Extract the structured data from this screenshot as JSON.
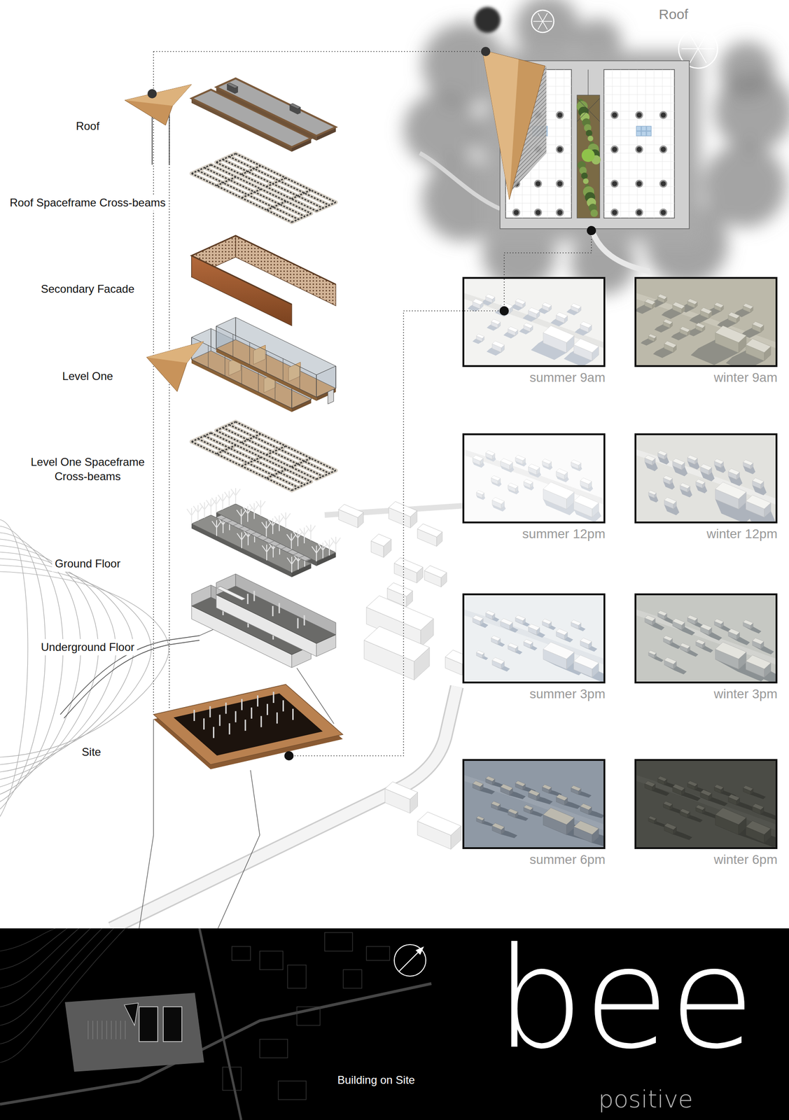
{
  "diagram": {
    "title": "bee",
    "nodes": [
      {
        "text": [
          "summer 9am"
        ]
      },
      {
        "text": [
          "winter 9am"
        ]
      },
      {
        "text": [
          "summer 12pm"
        ]
      },
      {
        "text": [
          "winter 12pm"
        ]
      },
      {
        "text": [
          "summer 3pm"
        ]
      },
      {
        "text": [
          "winter 3pm"
        ]
      },
      {
        "text": [
          "summer 6pm"
        ]
      },
      {
        "text": [
          "winter 6pm"
        ]
      }
    ],
    "labels": [
      "Roof",
      "Roof Spaceframe Cross-beams",
      "Secondary Facade",
      "Level One",
      "Level One Spaceframe Cross-beams",
      "Ground Floor",
      "Underground Floor",
      "Site",
      "Roof",
      "Building on Site",
      "positive"
    ]
  }
}
